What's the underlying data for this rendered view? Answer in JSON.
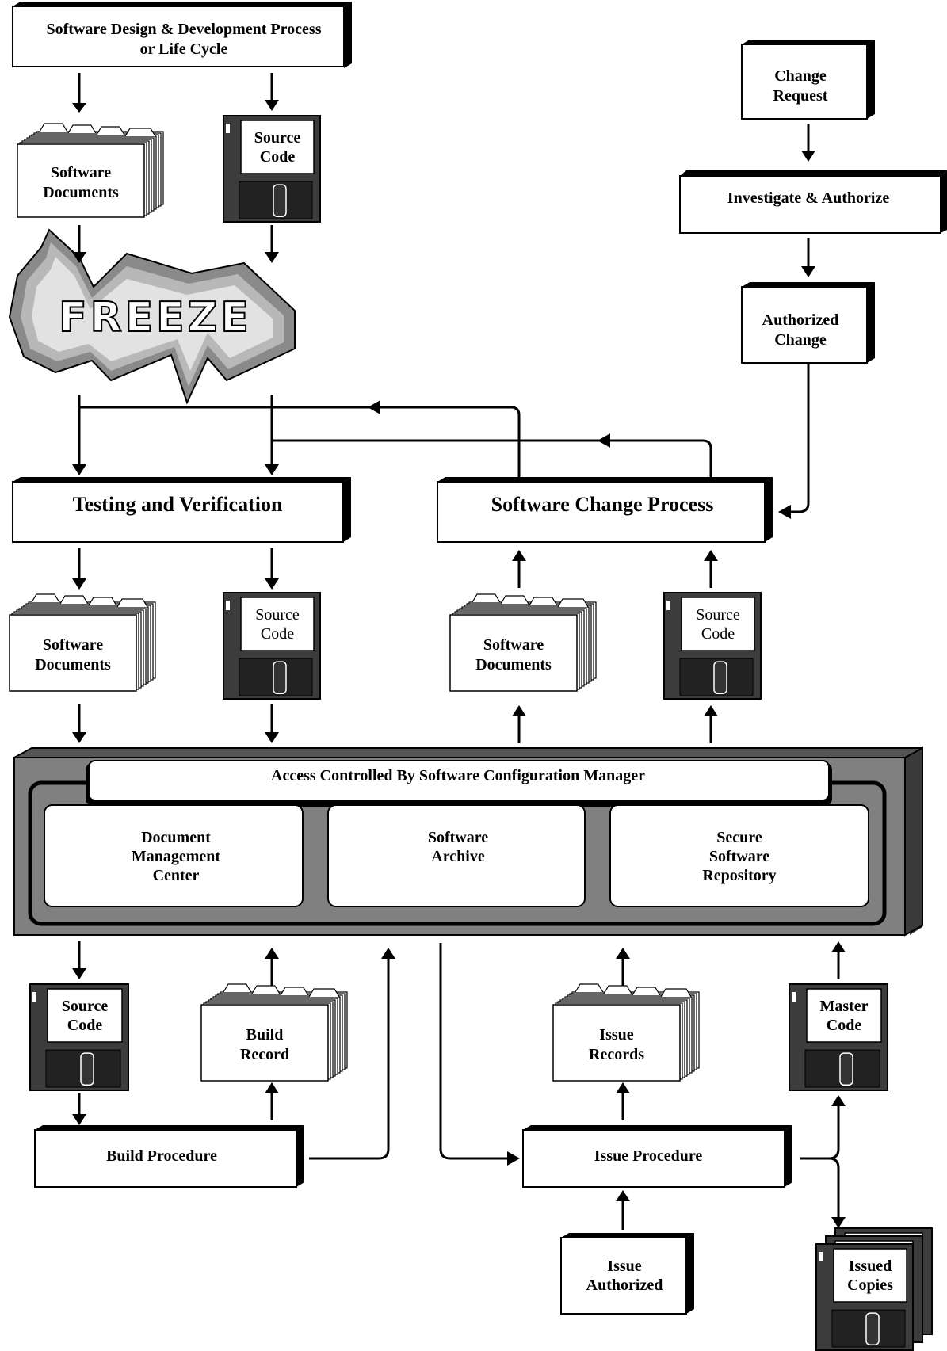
{
  "process": {
    "sddp_line1": "Software Design & Development Process",
    "sddp_line2": "or Life Cycle",
    "testing": "Testing and Verification",
    "change_process": "Software Change Process",
    "investigate": "Investigate & Authorize",
    "build_procedure": "Build Procedure",
    "issue_procedure": "Issue Procedure"
  },
  "requests": {
    "change_request_1": "Change",
    "change_request_2": "Request",
    "authorized_change_1": "Authorized",
    "authorized_change_2": "Change",
    "issue_authorized_1": "Issue",
    "issue_authorized_2": "Authorized"
  },
  "docs": {
    "software": "Software",
    "documents": "Documents",
    "build": "Build",
    "record": "Record",
    "issue": "Issue",
    "records": "Records"
  },
  "disks": {
    "source": "Source",
    "code": "Code",
    "master": "Master",
    "issued": "Issued",
    "copies": "Copies"
  },
  "freeze": "FREEZE",
  "repository": {
    "banner": "Access Controlled By Software Configuration Manager",
    "doc_mgmt_1": "Document",
    "doc_mgmt_2": "Management",
    "doc_mgmt_3": "Center",
    "archive_1": "Software",
    "archive_2": "Archive",
    "secure_1": "Secure",
    "secure_2": "Software",
    "secure_3": "Repository"
  },
  "colors": {
    "repository_fill": "#808080",
    "repository_dark": "#3a3a3a",
    "disk_body": "#3c3c3c",
    "freeze_outer": "#8a8a8a",
    "freeze_mid": "#b8b8b8",
    "freeze_inner": "#e2e2e2"
  }
}
